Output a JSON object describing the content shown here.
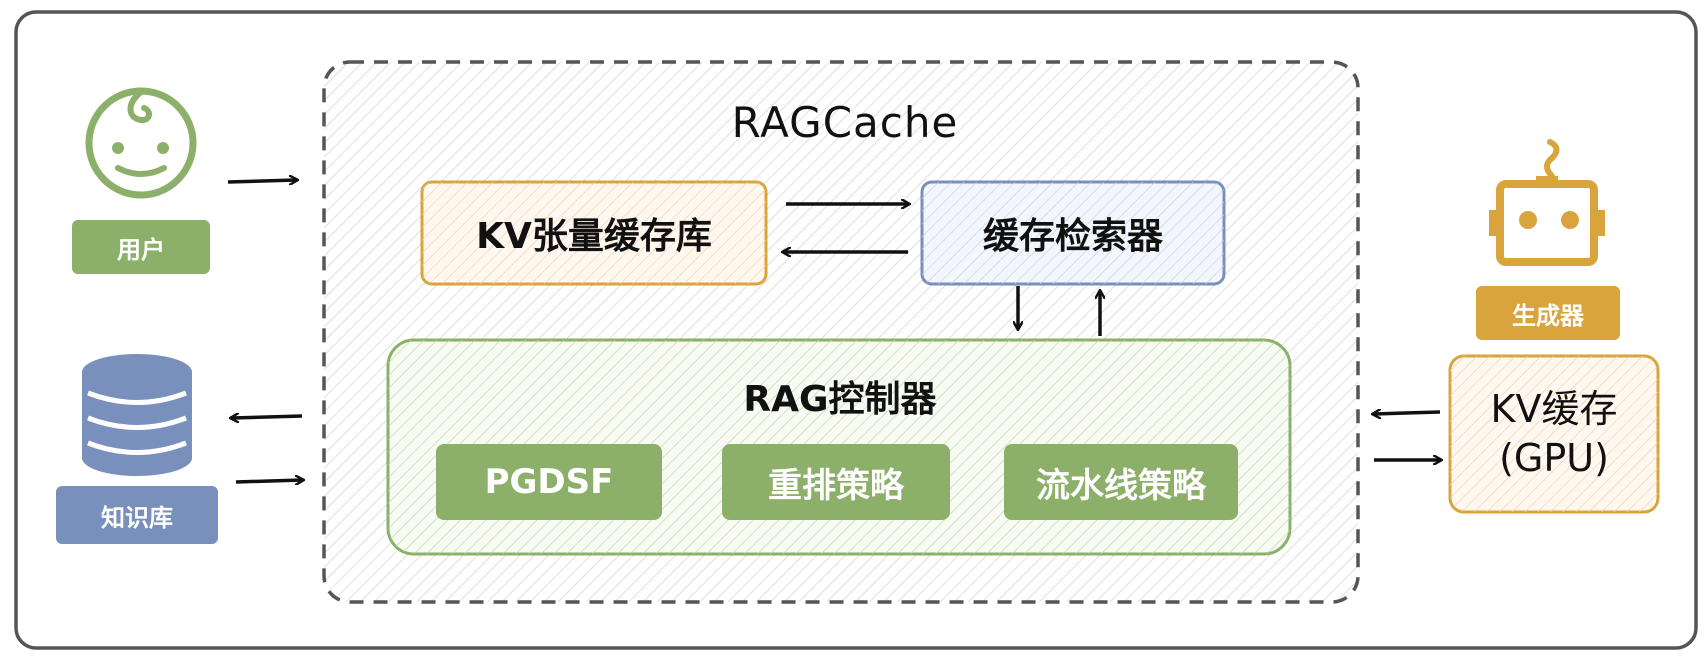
{
  "diagram": {
    "title": "RAGCache",
    "kv_tensor_store": "KV张量缓存库",
    "cache_retriever": "缓存检索器",
    "rag_controller": "RAG控制器",
    "policies": [
      "PGDSF",
      "重排策略",
      "流水线策略"
    ],
    "user_label": "用户",
    "knowledge_base_label": "知识库",
    "generator_label": "生成器",
    "kv_cache_line1": "KV缓存",
    "kv_cache_line2": "(GPU)"
  },
  "colors": {
    "green": "#8cb06a",
    "blue": "#7990bd",
    "orange": "#d9a43c",
    "dark": "#333333",
    "frame": "#555555"
  }
}
